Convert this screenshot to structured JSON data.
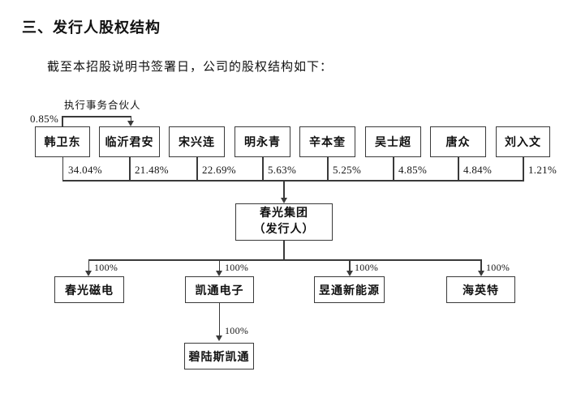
{
  "document": {
    "heading": "三、发行人股权结构",
    "intro": "截至本招股说明书签署日，公司的股权结构如下："
  },
  "diagram": {
    "executive_partner": {
      "label": "执行事务合伙人",
      "percent": "0.85%",
      "from": "韩卫东",
      "to": "临沂君安"
    },
    "shareholders": [
      {
        "name": "韩卫东",
        "percent": "34.04%"
      },
      {
        "name": "临沂君安",
        "percent": "21.48%"
      },
      {
        "name": "宋兴连",
        "percent": "22.69%"
      },
      {
        "name": "明永青",
        "percent": "5.63%"
      },
      {
        "name": "辛本奎",
        "percent": "5.25%"
      },
      {
        "name": "吴士超",
        "percent": "4.85%"
      },
      {
        "name": "唐众",
        "percent": "4.84%"
      },
      {
        "name": "刘入文",
        "percent": "1.21%"
      }
    ],
    "issuer": {
      "name": "春光集团",
      "role": "（发行人）"
    },
    "subsidiaries": [
      {
        "name": "春光磁电",
        "percent": "100%"
      },
      {
        "name": "凯通电子",
        "percent": "100%"
      },
      {
        "name": "昱通新能源",
        "percent": "100%"
      },
      {
        "name": "海英特",
        "percent": "100%"
      }
    ],
    "second_tier": [
      {
        "name": "碧陆斯凯通",
        "percent": "100%",
        "parent": "凯通电子"
      }
    ]
  }
}
